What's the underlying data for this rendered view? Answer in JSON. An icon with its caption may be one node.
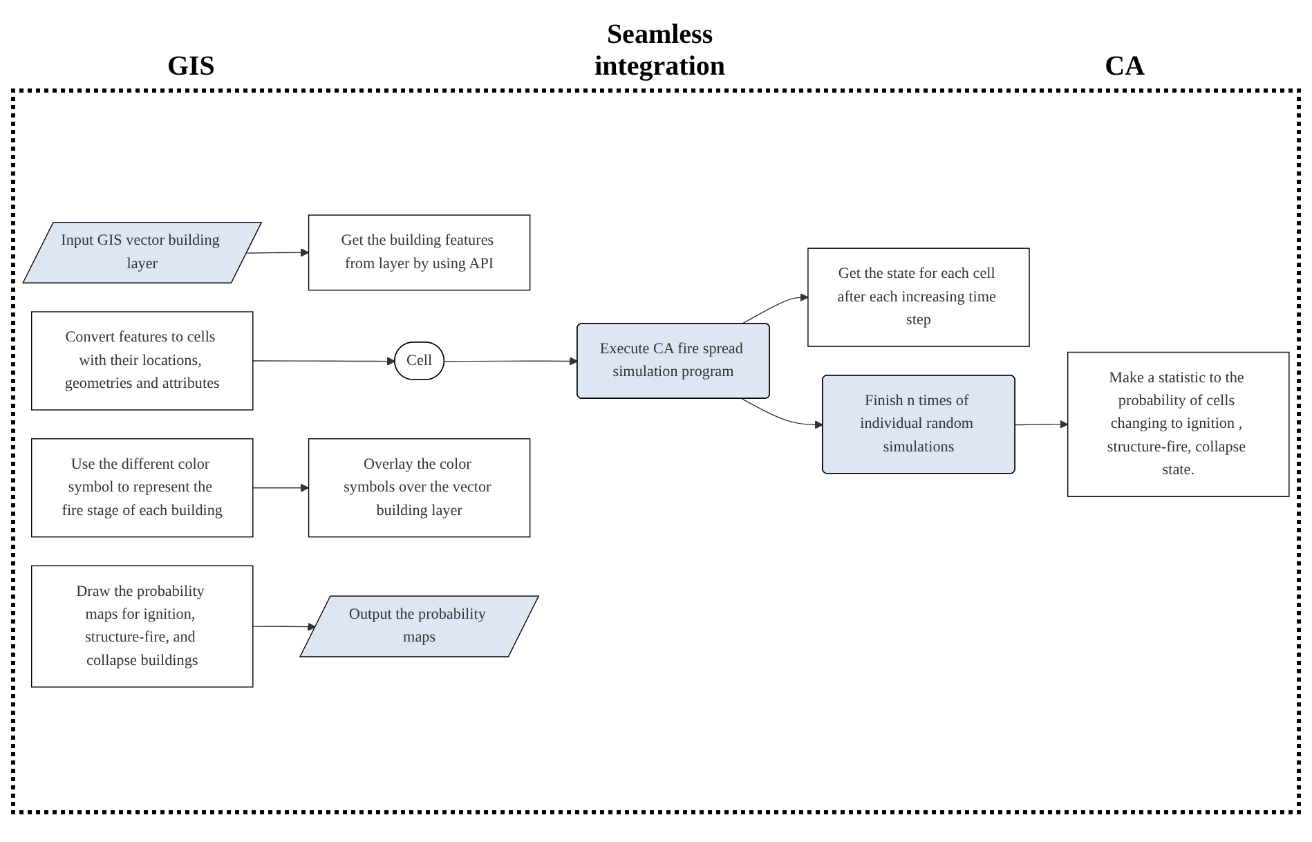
{
  "diagram": {
    "nodes": [
      {
        "text": [
          "Input GIS vector building layer"
        ]
      },
      {
        "text": [
          "Get the building features from layer by using API"
        ]
      },
      {
        "text": [
          "Convert features to cells with their locations, geometries and attributes"
        ]
      },
      {
        "text": [
          "Cell"
        ]
      },
      {
        "text": [
          "Execute CA fire spread simulation program"
        ]
      },
      {
        "text": [
          "Get the state for each cell after each increasing time step"
        ]
      },
      {
        "text": [
          "Use the different color symbol to represent the fire stage of each building"
        ]
      },
      {
        "text": [
          "Overlay the color symbols over the vector building layer"
        ]
      },
      {
        "text": [
          "Finish n times of individual random simulations"
        ]
      },
      {
        "text": [
          "Make a statistic to the probability of cells changing to ignition , structure-fire, collapse state."
        ]
      },
      {
        "text": [
          "Draw the probability maps for ignition, structure-fire, and collapse buildings"
        ]
      },
      {
        "text": [
          "Output the probability maps"
        ]
      }
    ],
    "edges": [
      {
        "from": 0,
        "to": 1,
        "arrow": "to"
      },
      {
        "from": 2,
        "to": 3,
        "arrow": "to"
      },
      {
        "from": 3,
        "to": 4,
        "arrow": "to"
      },
      {
        "from": 4,
        "to": 5,
        "arrow": "to"
      },
      {
        "from": 6,
        "to": 7,
        "arrow": "to"
      },
      {
        "from": 4,
        "to": 8,
        "arrow": "to"
      },
      {
        "from": 8,
        "to": 9,
        "arrow": "to"
      },
      {
        "from": 10,
        "to": 11,
        "arrow": "to"
      }
    ],
    "labels": [
      "Seamless integration",
      "GIS",
      "CA"
    ]
  }
}
